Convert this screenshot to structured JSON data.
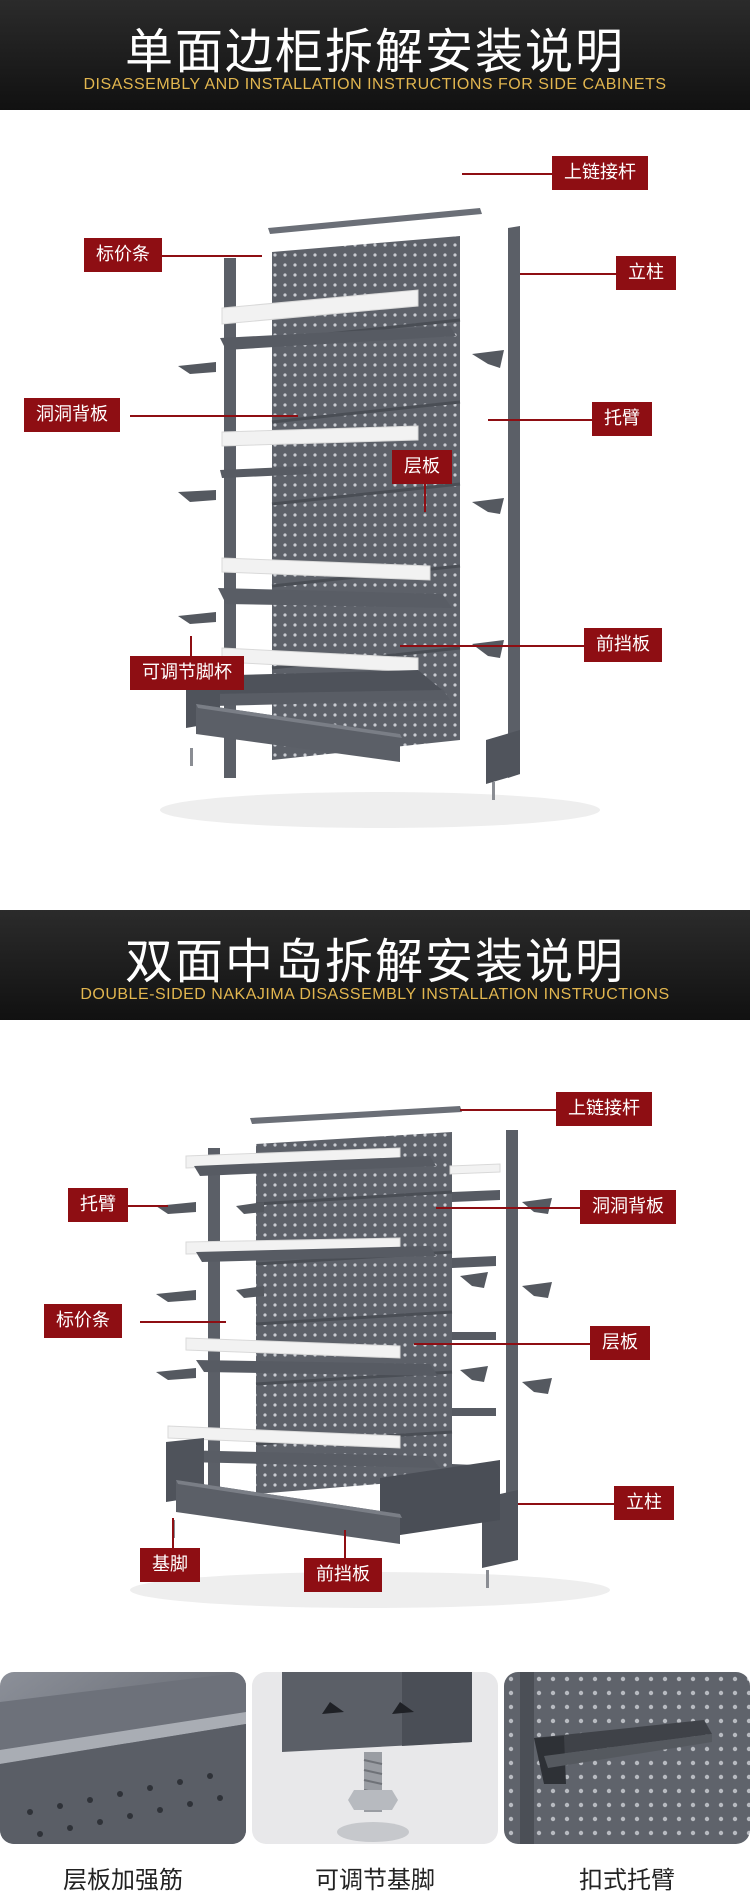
{
  "section1": {
    "title_zh": "单面边柜拆解安装说明",
    "title_en": "DISASSEMBLY AND INSTALLATION INSTRUCTIONS FOR SIDE CABINETS",
    "labels": {
      "top_rail": "上链接杆",
      "upright": "立柱",
      "price_strip": "标价条",
      "pegboard": "洞洞背板",
      "bracket": "托臂",
      "shelf": "层板",
      "front_plate": "前挡板",
      "adjustable_foot": "可调节脚杯"
    }
  },
  "section2": {
    "title_zh": "双面中岛拆解安装说明",
    "title_en": "DOUBLE-SIDED NAKAJIMA DISASSEMBLY INSTALLATION INSTRUCTIONS",
    "labels": {
      "top_rail": "上链接杆",
      "bracket": "托臂",
      "pegboard": "洞洞背板",
      "price_strip": "标价条",
      "shelf": "层板",
      "upright": "立柱",
      "base_foot": "基脚",
      "front_plate": "前挡板"
    }
  },
  "details": [
    {
      "caption": "层板加强筋",
      "icon": "shelf-rib-detail"
    },
    {
      "caption": "可调节基脚",
      "icon": "leveling-foot-detail"
    },
    {
      "caption": "扣式托臂",
      "icon": "clip-bracket-detail"
    }
  ],
  "colors": {
    "label_red": "#8e0e13",
    "accent_gold": "#e2b64f",
    "metal_gray": "#5c6068"
  }
}
